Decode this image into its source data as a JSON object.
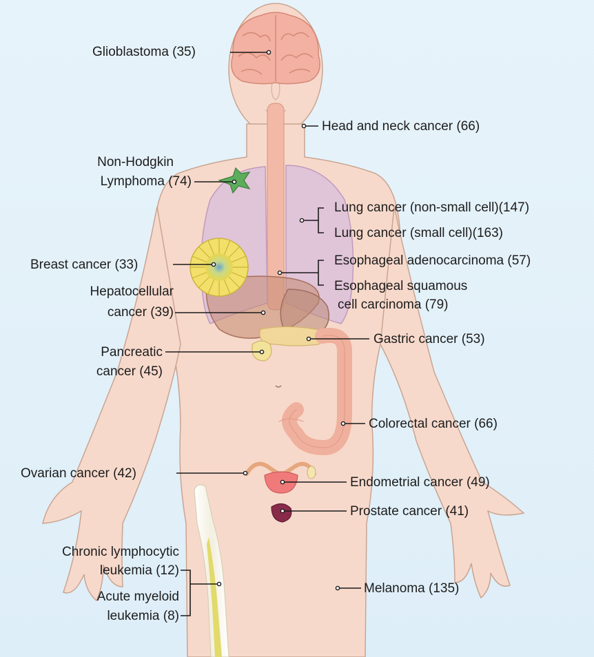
{
  "colors": {
    "background": "#e4f1f9",
    "skin": "#f7d7c9",
    "lung": "#d8bcd7",
    "brain": "#f1b3a5",
    "intestine": "#f3b3a0",
    "bone": "#f7f3e4",
    "marrow": "#e4dc6a",
    "prostate": "#8a2a4a",
    "breast": "#e5d75a",
    "lymph_node": "#4aa04e"
  },
  "labels": {
    "glioblastoma": "Glioblastoma (35)",
    "head_neck": "Head and neck cancer (66)",
    "nhl_line1": "Non-Hodgkin",
    "nhl_line2": "Lymphoma (74)",
    "lung_nsc": "Lung cancer (non-small cell)(147)",
    "lung_sc": "Lung cancer (small cell)(163)",
    "breast": "Breast cancer (33)",
    "eso_adeno": "Esophageal adenocarcinoma (57)",
    "hcc_line1": "Hepatocellular",
    "hcc_line2": "cancer (39)",
    "eso_squam_line1": "Esophageal squamous",
    "eso_squam_line2": "cell carcinoma (79)",
    "gastric": "Gastric cancer (53)",
    "pancreatic_line1": "Pancreatic",
    "pancreatic_line2": "cancer (45)",
    "colorectal": "Colorectal cancer (66)",
    "ovarian": "Ovarian cancer (42)",
    "endometrial": "Endometrial  cancer (49)",
    "prostate": "Prostate cancer (41)",
    "cll_line1": "Chronic lymphocytic",
    "cll_line2": "leukemia (12)",
    "aml_line1": "Acute myeloid",
    "aml_line2": "leukemia (8)",
    "melanoma": "Melanoma (135)"
  }
}
